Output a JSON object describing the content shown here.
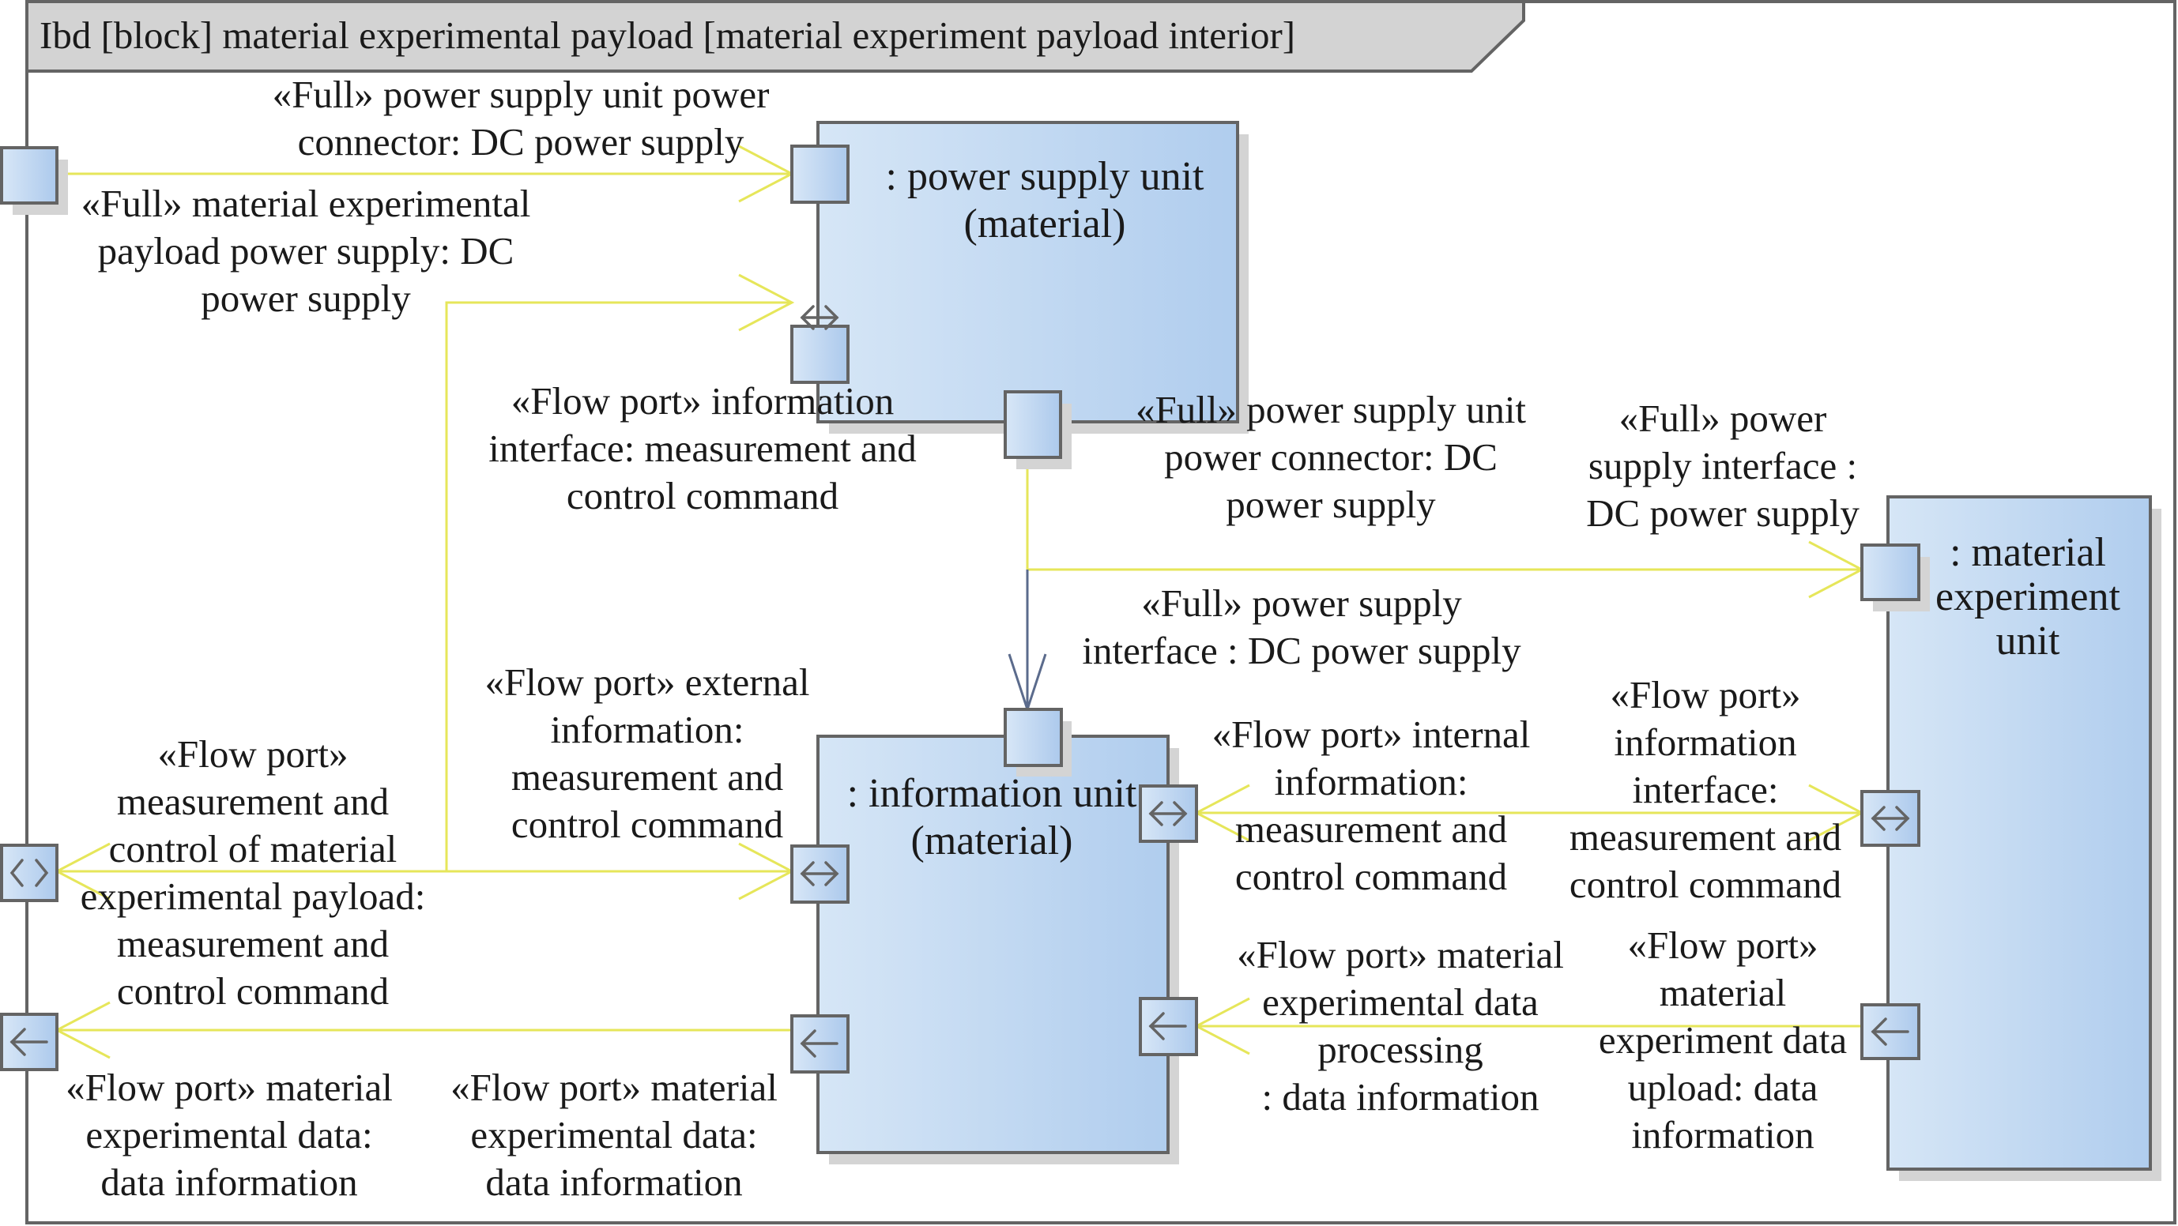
{
  "diagram": {
    "frame_title": "Ibd [block] material experimental payload [material experiment payload interior]",
    "colors": {
      "connector": "#e6e65a",
      "dependency": "#5b6b8c",
      "block_fill_light": "#d6e6f6",
      "block_fill_dark": "#b0cdee",
      "border": "#646464",
      "tab_fill": "#d3d3d3",
      "shadow": "#d4d4d4"
    },
    "blocks": [
      {
        "id": "power-supply-unit",
        "name_lines": [
          ": power supply unit",
          "(material)"
        ]
      },
      {
        "id": "information-unit",
        "name_lines": [
          ": information unit",
          "(material)"
        ]
      },
      {
        "id": "material-experiment-unit",
        "name_lines": [
          ": material",
          "experiment",
          "unit"
        ]
      }
    ],
    "ports": {
      "boundary_power": {
        "icon": "none"
      },
      "boundary_meas_ctrl": {
        "icon": "bidirectional-arrow",
        "glyph": "⟺"
      },
      "boundary_data_out": {
        "icon": "left-arrow",
        "glyph": "←"
      },
      "psu_power_in": {
        "icon": "none"
      },
      "psu_info": {
        "icon": "bidirectional-arrow"
      },
      "psu_power_out": {
        "icon": "none"
      },
      "iu_power_in": {
        "icon": "none"
      },
      "iu_external_info": {
        "icon": "bidirectional-arrow"
      },
      "iu_data_out": {
        "icon": "left-arrow"
      },
      "iu_internal_info": {
        "icon": "bidirectional-arrow"
      },
      "iu_data_processing": {
        "icon": "left-arrow"
      },
      "meu_power_in": {
        "icon": "none"
      },
      "meu_info": {
        "icon": "bidirectional-arrow"
      },
      "meu_data_upload": {
        "icon": "left-arrow"
      }
    },
    "labels": {
      "psu_power_connector_top": [
        "«Full» power supply unit power",
        "connector: DC power supply"
      ],
      "payload_power_supply": [
        "«Full» material experimental",
        "payload power supply: DC",
        "power supply"
      ],
      "psu_info_interface": [
        "«Flow port» information",
        "interface: measurement and",
        "control command"
      ],
      "psu_power_connector_mid": [
        "«Full» power supply unit",
        "power connector: DC",
        "power supply"
      ],
      "meu_power_interface": [
        "«Full» power",
        "supply interface :",
        "DC power supply"
      ],
      "iu_power_interface": [
        "«Full» power supply",
        "interface : DC power supply"
      ],
      "iu_external_info": [
        "«Flow port» external",
        "information:",
        "measurement and",
        "control command"
      ],
      "payload_meas_ctrl": [
        "«Flow port»",
        "measurement and",
        "control of material",
        "experimental payload:",
        "measurement and",
        "control command"
      ],
      "iu_internal_info": [
        "«Flow port» internal",
        "information:",
        "measurement and",
        "control command"
      ],
      "meu_info_interface": [
        "«Flow port»",
        "information",
        "interface:",
        "measurement and",
        "control command"
      ],
      "iu_data_processing": [
        "«Flow port» material",
        "experimental data",
        "processing",
        ": data information"
      ],
      "meu_data_upload": [
        "«Flow port»",
        "material",
        "experiment data",
        "upload: data",
        "information"
      ],
      "payload_exp_data": [
        "«Flow port» material",
        "experimental data:",
        "data information"
      ],
      "iu_exp_data": [
        "«Flow port» material",
        "experimental data:",
        "data information"
      ]
    }
  }
}
